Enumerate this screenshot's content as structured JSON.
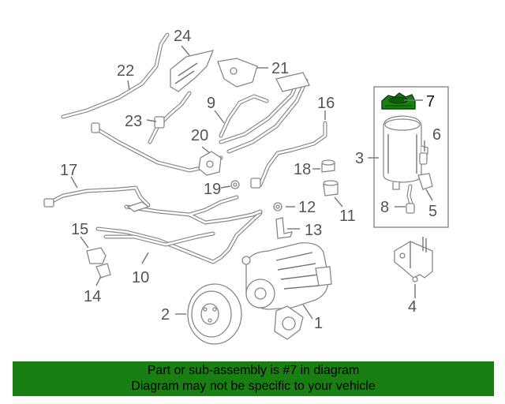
{
  "callouts": {
    "c1": "1",
    "c2": "2",
    "c3": "3",
    "c4": "4",
    "c5": "5",
    "c6": "6",
    "c7": "7",
    "c8": "8",
    "c9": "9",
    "c10": "10",
    "c11": "11",
    "c12": "12",
    "c13": "13",
    "c14": "14",
    "c15": "15",
    "c16": "16",
    "c17": "17",
    "c18": "18",
    "c19": "19",
    "c20": "20",
    "c21": "21",
    "c22": "22",
    "c23": "23",
    "c24": "24"
  },
  "highlight": {
    "part": "7",
    "color": "#1a7f12"
  },
  "banner": {
    "line1": "Part or sub-assembly is #7 in diagram",
    "line2": "Diagram may not be specific to your vehicle",
    "color": "#1a7f12"
  }
}
